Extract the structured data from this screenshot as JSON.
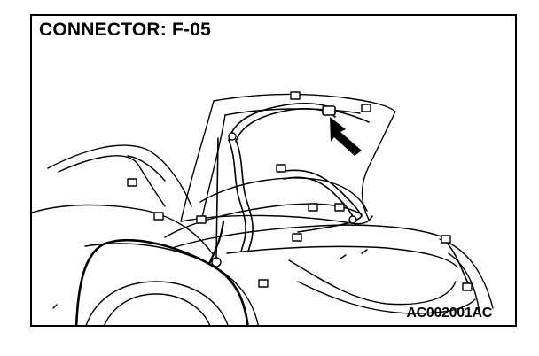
{
  "diagram": {
    "title": "CONNECTOR: F-05",
    "figure_code": "AC002001AC",
    "connector_id": "F-05",
    "arrow_target": "connector F-05 on trunk lid harness"
  }
}
